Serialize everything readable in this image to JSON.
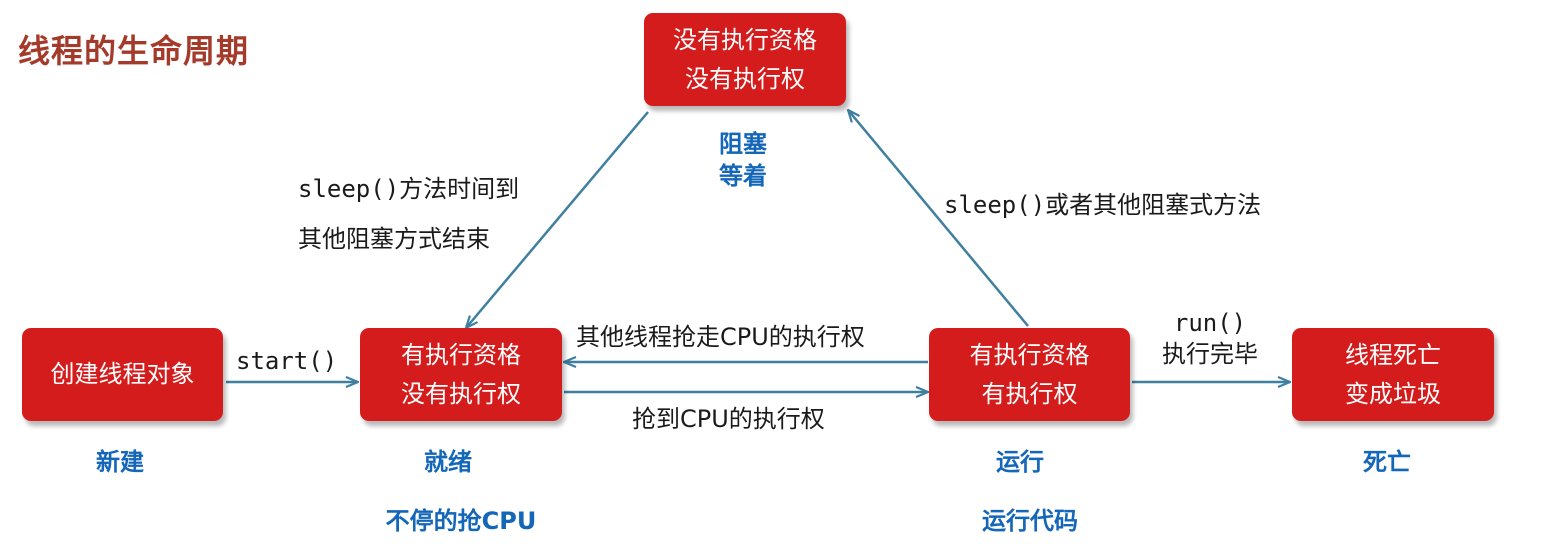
{
  "title": "线程的生命周期",
  "nodes": {
    "new": {
      "line1": "创建线程对象",
      "state1": "新建",
      "state2": ""
    },
    "ready": {
      "line1": "有执行资格",
      "line2": "没有执行权",
      "state1": "就绪",
      "state2": "不停的抢CPU"
    },
    "running": {
      "line1": "有执行资格",
      "line2": "有执行权",
      "state1": "运行",
      "state2": "运行代码"
    },
    "dead": {
      "line1": "线程死亡",
      "line2": "变成垃圾",
      "state1": "死亡",
      "state2": ""
    },
    "blocked": {
      "line1": "没有执行资格",
      "line2": "没有执行权",
      "state1": "阻塞",
      "state2": "等着"
    }
  },
  "edges": {
    "start": {
      "label": "start()"
    },
    "preempted": {
      "label": "其他线程抢走CPU的执行权"
    },
    "gets_cpu": {
      "label": "抢到CPU的执行权"
    },
    "run_done": {
      "line1": "run()",
      "line2": "执行完毕"
    },
    "block": {
      "label_code": "sleep()",
      "label_text": "或者其他阻塞式方法"
    },
    "unblock": {
      "line1_code": "sleep()",
      "line1_text": "方法时间到",
      "line2": "其他阻塞方式结束"
    }
  },
  "colors": {
    "box": "#d41c1c",
    "arrow": "#3f7f9f",
    "state": "#1466b8",
    "title": "#a33a2a"
  }
}
